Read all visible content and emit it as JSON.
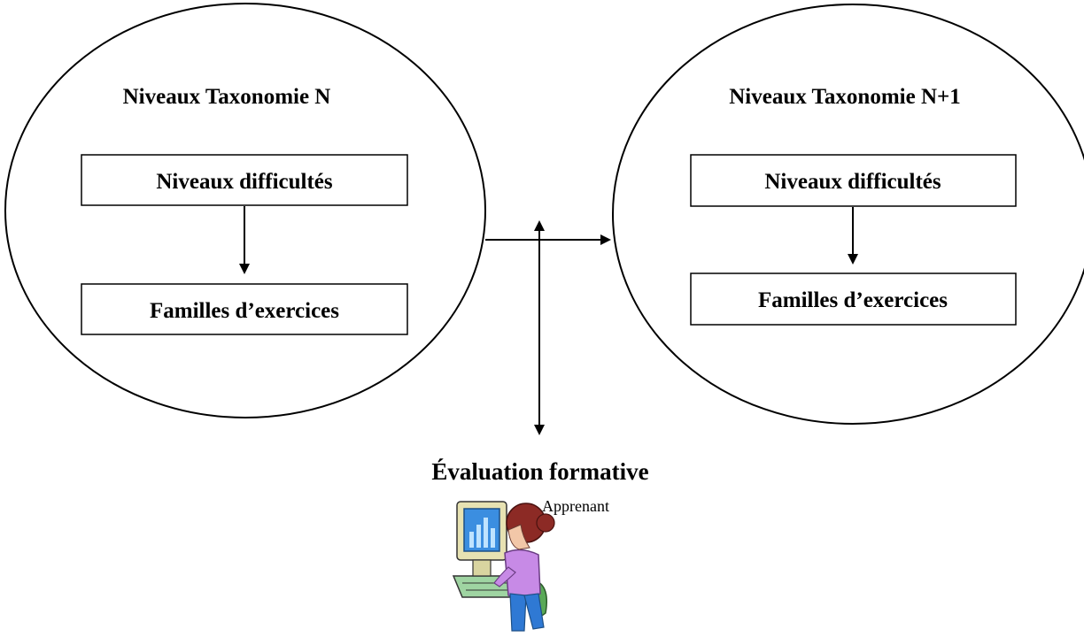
{
  "left_group": {
    "title": "Niveaux Taxonomie N",
    "top_box": "Niveaux difficultés",
    "bottom_box": "Familles d’exercices"
  },
  "right_group": {
    "title": "Niveaux Taxonomie N+1",
    "top_box": "Niveaux difficultés",
    "bottom_box": "Familles d’exercices"
  },
  "evaluation": {
    "label": "Évaluation formative"
  },
  "learner": {
    "label": "Apprenant",
    "icon": "learner-at-computer-icon"
  },
  "colors": {
    "stroke": "#000000",
    "background": "#ffffff"
  }
}
